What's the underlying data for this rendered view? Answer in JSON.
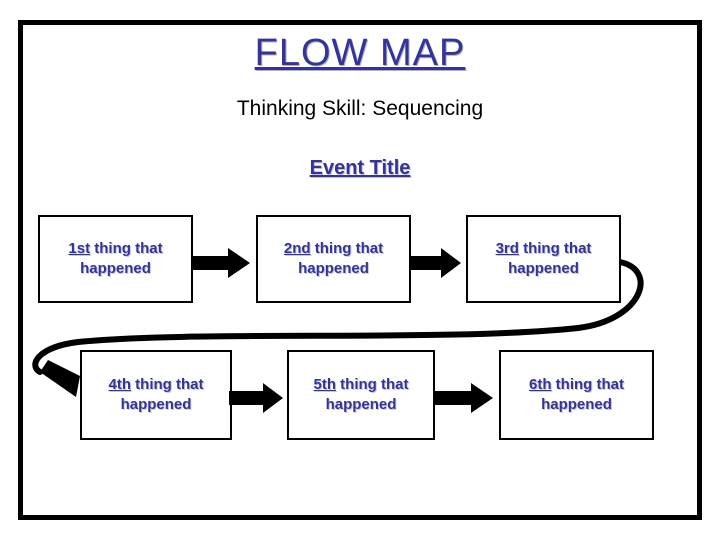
{
  "slide": {
    "title": "FLOW MAP",
    "subtitle": "Thinking Skill:  Sequencing",
    "event_title": "Event Title",
    "colors": {
      "text_blue": "#333399",
      "frame_black": "#000000",
      "background": "#ffffff"
    }
  },
  "diagram": {
    "type": "flow-map",
    "steps": [
      {
        "ordinal": "1st",
        "text": " thing that happened"
      },
      {
        "ordinal": "2nd",
        "text": " thing that happened"
      },
      {
        "ordinal": "3rd",
        "text": " thing that happened"
      },
      {
        "ordinal": "4th",
        "text": "  thing that happened"
      },
      {
        "ordinal": "5th",
        "text": " thing that happened"
      },
      {
        "ordinal": "6th",
        "text": " thing that happened"
      }
    ],
    "connectors": [
      {
        "name": "arrow-1-to-2",
        "direction": "right"
      },
      {
        "name": "arrow-2-to-3",
        "direction": "right"
      },
      {
        "name": "arrow-4-to-5",
        "direction": "right"
      },
      {
        "name": "arrow-5-to-6",
        "direction": "right"
      },
      {
        "name": "wrap-curve-3-to-4",
        "direction": "curve-left"
      }
    ]
  }
}
